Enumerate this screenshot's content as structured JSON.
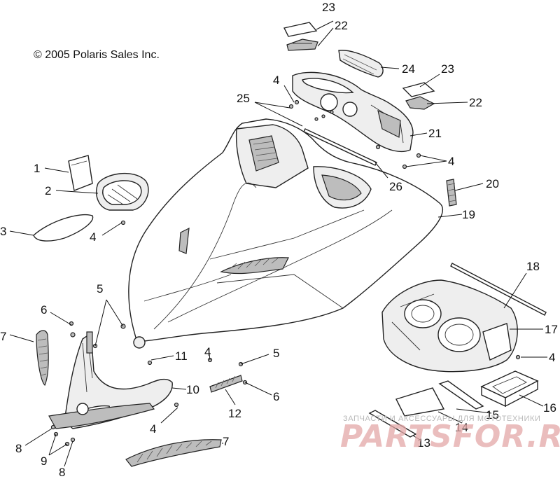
{
  "copyright": "© 2005 Polaris Sales Inc.",
  "watermark": {
    "caption": "ЗАПЧАСТИ И АКСЕССУАРЫ ДЛЯ МОТОТЕХНИКИ",
    "brand": "PARTSFOR.RU",
    "color": "#e4a8a8"
  },
  "callouts": {
    "c1": "1",
    "c2": "2",
    "c3": "3",
    "c4a": "4",
    "c4b": "4",
    "c4c": "4",
    "c4d": "4",
    "c4e": "4",
    "c4f": "4",
    "c5a": "5",
    "c5b": "5",
    "c6a": "6",
    "c6b": "6",
    "c7a": "7",
    "c7b": "7",
    "c8a": "8",
    "c8b": "8",
    "c9": "9",
    "c10": "10",
    "c11": "11",
    "c12": "12",
    "c13": "13",
    "c14": "14",
    "c15": "15",
    "c16": "16",
    "c17": "17",
    "c18": "18",
    "c19": "19",
    "c20": "20",
    "c21": "21",
    "c22a": "22",
    "c22b": "22",
    "c23a": "23",
    "c23b": "23",
    "c24": "24",
    "c25": "25",
    "c26": "26"
  }
}
